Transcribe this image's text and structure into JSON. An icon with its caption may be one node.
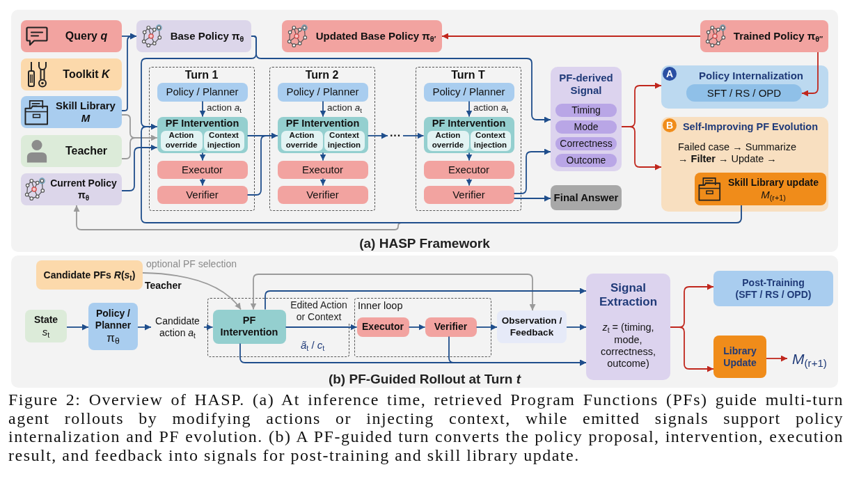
{
  "diagram": {
    "caption": "Figure 2: Overview of HASP. (a) At inference time, retrieved Program Functions (PFs) guide multi-turn agent rollouts by modifying actions or injecting context, while emitted signals support policy internalization and PF evolution. (b) A PF-guided turn converts the policy proposal, intervention, execution result, and feedback into signals for post-training and skill library update.",
    "nodes": [
      {
        "text": [
          "(a) HASP Framework"
        ]
      },
      {
        "text": [
          "Query *q*"
        ],
        "in": 0
      },
      {
        "text": [
          "Toolkit *K*"
        ],
        "in": 0
      },
      {
        "text": [
          "Skill Library *M*"
        ],
        "in": 0
      },
      {
        "text": [
          "Teacher"
        ],
        "in": 0
      },
      {
        "text": [
          "Current Policy π$_{θ}$"
        ],
        "in": 0
      },
      {
        "text": [
          "Base Policy π$_{θ}$"
        ],
        "in": 0
      },
      {
        "text": [
          "Updated Base Policy π$_{θ′}$"
        ],
        "in": 0
      },
      {
        "text": [
          "Trained Policy π$_{θ″}$"
        ],
        "in": 0
      },
      {
        "text": [
          "Turn 1"
        ],
        "in": 0
      },
      {
        "text": [
          "Policy / Planner"
        ],
        "in": 9
      },
      {
        "text": [
          "PF Intervention"
        ],
        "in": 9
      },
      {
        "text": [
          "Action override"
        ],
        "in": 11
      },
      {
        "text": [
          "Context injection"
        ],
        "in": 11
      },
      {
        "text": [
          "Executor"
        ],
        "in": 9
      },
      {
        "text": [
          "Verifier"
        ],
        "in": 9
      },
      {
        "text": [
          "Turn 2"
        ],
        "in": 0
      },
      {
        "text": [
          "Policy / Planner"
        ],
        "in": 16
      },
      {
        "text": [
          "PF Intervention"
        ],
        "in": 16
      },
      {
        "text": [
          "Action override"
        ],
        "in": 18
      },
      {
        "text": [
          "Context injection"
        ],
        "in": 18
      },
      {
        "text": [
          "Executor"
        ],
        "in": 16
      },
      {
        "text": [
          "Verifier"
        ],
        "in": 16
      },
      {
        "text": [
          "···"
        ],
        "in": 0
      },
      {
        "text": [
          "Turn T"
        ],
        "in": 0
      },
      {
        "text": [
          "Policy / Planner"
        ],
        "in": 24
      },
      {
        "text": [
          "PF Intervention"
        ],
        "in": 24
      },
      {
        "text": [
          "Action override"
        ],
        "in": 26
      },
      {
        "text": [
          "Context injection"
        ],
        "in": 26
      },
      {
        "text": [
          "Executor"
        ],
        "in": 24
      },
      {
        "text": [
          "Verifier"
        ],
        "in": 24
      },
      {
        "text": [
          "PF-derived Signal"
        ],
        "in": 0
      },
      {
        "text": [
          "Timing"
        ],
        "in": 31
      },
      {
        "text": [
          "Mode"
        ],
        "in": 31
      },
      {
        "text": [
          "Correctness"
        ],
        "in": 31
      },
      {
        "text": [
          "Outcome"
        ],
        "in": 31
      },
      {
        "text": [
          "Final Answer"
        ],
        "in": 0
      },
      {
        "text": [
          "A",
          "Policy Internalization"
        ],
        "in": 0
      },
      {
        "text": [
          "SFT / RS / OPD"
        ],
        "in": 37
      },
      {
        "text": [
          "B",
          "Self-Improving PF Evolution",
          "Failed case → Summarize → **Filter** → Update →"
        ],
        "in": 0
      },
      {
        "text": [
          "Skill Library update",
          "*M*$_{(r+1)}$"
        ],
        "in": 39
      },
      {
        "text": [
          "(b) PF-Guided Rollout at Turn *t*"
        ]
      },
      {
        "text": [
          "Candidate PFs *R*(*s*$_{t}$)"
        ],
        "beside": [
          "Teacher"
        ],
        "in": 41
      },
      {
        "text": [
          "State",
          "*s*$_{t}$"
        ],
        "in": 41
      },
      {
        "text": [
          "Policy / Planner",
          "π$_{θ}$"
        ],
        "in": 41
      },
      {
        "text": [
          "Candidate action *a*$_{t}$"
        ],
        "in": 41
      },
      {
        "text": [],
        "shape": "box",
        "in": 41
      },
      {
        "text": [
          "PF Intervention"
        ],
        "in": 46
      },
      {
        "text": [
          "Inner loop"
        ],
        "in": 41
      },
      {
        "text": [
          "Executor"
        ],
        "in": 48
      },
      {
        "text": [
          "Verifier"
        ],
        "in": 48
      },
      {
        "text": [
          "Observation / Feedback"
        ],
        "in": 41
      },
      {
        "text": [
          "Signal Extraction",
          "*z*$_{t}$ = (timing, mode, correctness, outcome)"
        ],
        "in": 41
      },
      {
        "text": [
          "Post-Training",
          "(SFT / RS / OPD)"
        ],
        "in": 41
      },
      {
        "text": [
          "Library Update"
        ],
        "in": 41
      },
      {
        "text": [
          "*M*$_{(r+1)}$"
        ],
        "in": 41
      }
    ],
    "edges": [
      {
        "from": 1,
        "to": 6,
        "arrow": "to"
      },
      {
        "from": 3,
        "to": 6,
        "arrow": "to"
      },
      {
        "from": 3,
        "to": 11,
        "arrow": "to",
        "color": "#9a9a9a"
      },
      {
        "from": 4,
        "to": 11,
        "arrow": "to",
        "color": "#9a9a9a"
      },
      {
        "from": 5,
        "to": 11,
        "arrow": "to"
      },
      {
        "from": 6,
        "to": 11,
        "arrow": "to"
      },
      {
        "from": 6,
        "to": 31,
        "arrow": "to"
      },
      {
        "from": 40,
        "to": 11,
        "arrow": "to"
      },
      {
        "from": 40,
        "to": 5,
        "arrow": "to",
        "color": "#9a9a9a"
      },
      {
        "from": 10,
        "to": 11,
        "arrow": "to",
        "label": "action *a*$_{t}$"
      },
      {
        "from": 11,
        "to": 14,
        "arrow": "to"
      },
      {
        "from": 14,
        "to": 15,
        "arrow": "to"
      },
      {
        "from": 11,
        "to": 18,
        "arrow": "to"
      },
      {
        "from": 15,
        "to": 18,
        "arrow": "to"
      },
      {
        "from": 17,
        "to": 18,
        "arrow": "to",
        "label": "action *a*$_{t}$"
      },
      {
        "from": 18,
        "to": 21,
        "arrow": "to"
      },
      {
        "from": 21,
        "to": 22,
        "arrow": "to"
      },
      {
        "from": 18,
        "to": 23,
        "arrow": "to"
      },
      {
        "from": 23,
        "to": 26,
        "arrow": "to"
      },
      {
        "from": 25,
        "to": 26,
        "arrow": "to",
        "label": "action *a*$_{t}$"
      },
      {
        "from": 26,
        "to": 29,
        "arrow": "to"
      },
      {
        "from": 29,
        "to": 30,
        "arrow": "to"
      },
      {
        "from": 30,
        "to": 31,
        "arrow": "to"
      },
      {
        "from": 30,
        "to": 36,
        "arrow": "to"
      },
      {
        "from": 31,
        "to": 37,
        "arrow": "to",
        "color": "#c0271d"
      },
      {
        "from": 31,
        "to": 39,
        "arrow": "to",
        "color": "#c0271d"
      },
      {
        "from": 8,
        "to": 38,
        "arrow": "to",
        "color": "#c0271d"
      },
      {
        "from": 8,
        "to": 7,
        "arrow": "to",
        "color": "#c0271d"
      },
      {
        "from": 42,
        "to": 47,
        "arrow": "to",
        "label": "optional PF selection",
        "color": "#9a9a9a"
      },
      {
        "from": 43,
        "to": 44,
        "arrow": "to"
      },
      {
        "from": 44,
        "to": 45,
        "arrow": "to"
      },
      {
        "from": 45,
        "to": 47,
        "arrow": "to"
      },
      {
        "from": 47,
        "to": 49,
        "arrow": "to",
        "label": "Edited Action or Context"
      },
      {
        "from": 49,
        "to": 50,
        "arrow": "to"
      },
      {
        "from": 50,
        "to": 51,
        "arrow": "to"
      },
      {
        "from": 51,
        "to": 52,
        "arrow": "to"
      },
      {
        "from": 47,
        "to": 52,
        "arrow": "to"
      },
      {
        "from": 47,
        "to": 52,
        "arrow": "to"
      },
      {
        "from": 50,
        "to": 52,
        "arrow": "to"
      },
      {
        "from": 51,
        "to": 47,
        "arrow": "both",
        "color": "#9a9a9a"
      },
      {
        "from": 52,
        "to": 53,
        "arrow": "to",
        "color": "#c0271d"
      },
      {
        "from": 52,
        "to": 54,
        "arrow": "to",
        "color": "#c0271d"
      },
      {
        "from": 54,
        "to": 55,
        "arrow": "to",
        "color": "#c0271d"
      }
    ],
    "labels": [
      "*ã*$_{t}$ / *c*$_{t}$"
    ]
  }
}
